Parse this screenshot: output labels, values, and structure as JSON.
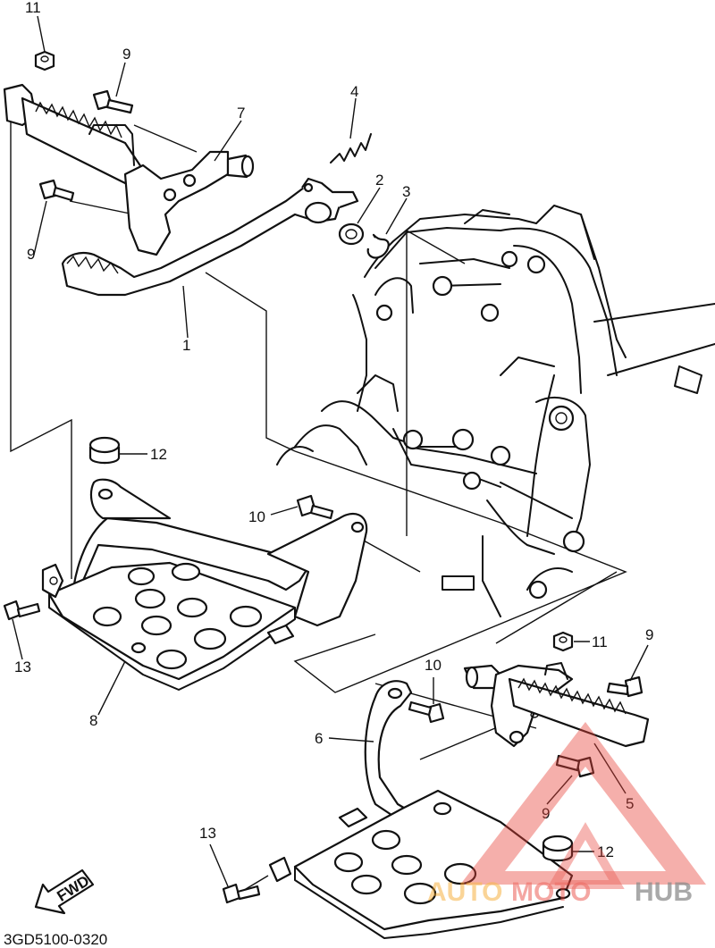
{
  "callouts": {
    "c11_top": "11",
    "c9_top": "9",
    "c4": "4",
    "c7": "7",
    "c2": "2",
    "c3": "3",
    "c9_left": "9",
    "c1": "1",
    "c12_left": "12",
    "c10_left": "10",
    "c13_left": "13",
    "c8": "8",
    "c10_right": "10",
    "c11_right": "11",
    "c9_right": "9",
    "c6": "6",
    "c5": "5",
    "c9_bottom": "9",
    "c12_right": "12",
    "c13_right": "13"
  },
  "fwd_label": "FWD",
  "drawing_code": "3GD5100-0320",
  "watermark": {
    "part1": "AUTO",
    "part2": "MOTO",
    "part3": "HUB",
    "color_orange": "#f5a623",
    "color_red": "#e8443a",
    "color_gray": "#6b6b6b"
  }
}
